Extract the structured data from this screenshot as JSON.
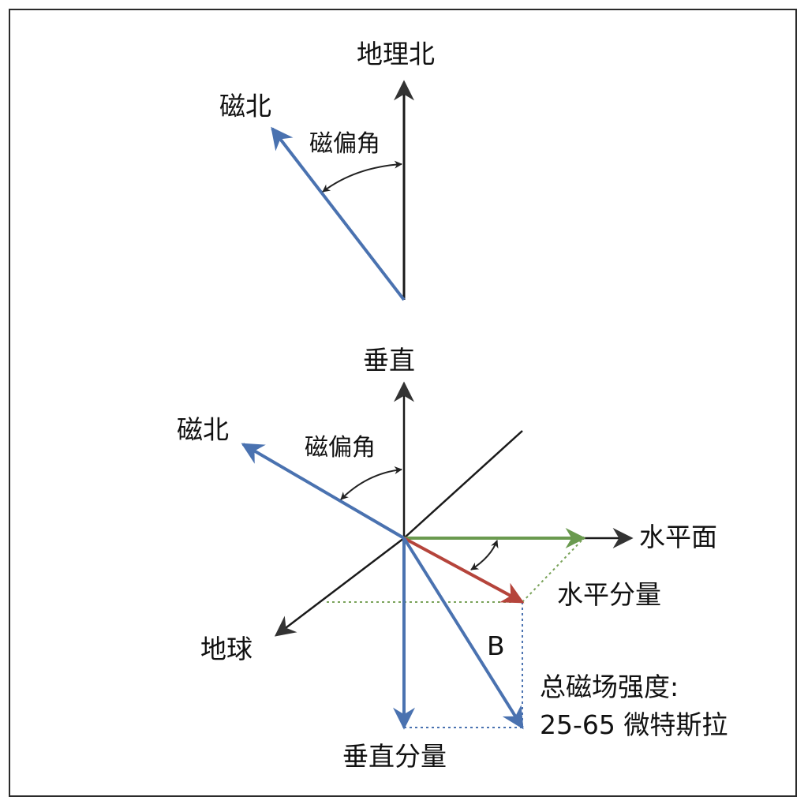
{
  "colors": {
    "border": "#2b2b2b",
    "axis": "#1a1a1a",
    "arrowhead_dark": "#333333",
    "magnetic": "#4a72b0",
    "horizontal_plane": "#6a9a4f",
    "horizontal_component": "#b5443b",
    "dotted_green": "#7aa35a",
    "dotted_blue": "#4a72b0"
  },
  "top_diagram": {
    "geographic_north_label": "地理北",
    "magnetic_north_label": "磁北",
    "declination_label": "磁偏角"
  },
  "bottom_diagram": {
    "vertical_label": "垂直",
    "magnetic_north_label": "磁北",
    "declination_label": "磁偏角",
    "horizontal_plane_label": "水平面",
    "horizontal_component_label": "水平分量",
    "earth_label": "地球",
    "field_vector_label": "B",
    "total_field_label_line1": "总磁场强度:",
    "total_field_label_line2": "25-65 微特斯拉",
    "vertical_component_label": "垂直分量"
  }
}
